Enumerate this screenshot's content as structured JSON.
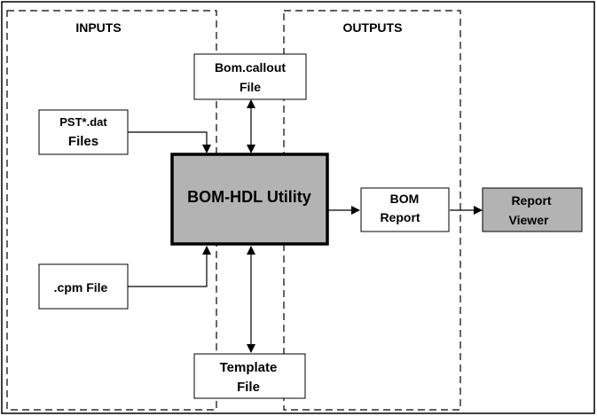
{
  "sections": {
    "inputs_label": "INPUTS",
    "outputs_label": "OUTPUTS"
  },
  "boxes": {
    "bom_callout": {
      "line1": "Bom.callout",
      "line2": "File"
    },
    "pst_dat": {
      "line1": "PST*.dat",
      "line2": "Files"
    },
    "bom_hdl": {
      "label": "BOM-HDL Utility"
    },
    "cpm_file": {
      "label": ".cpm File"
    },
    "template_file": {
      "line1": "Template",
      "line2": "File"
    },
    "bom_report": {
      "line1": "BOM",
      "line2": "Report"
    },
    "report_viewer": {
      "line1": "Report",
      "line2": "Viewer"
    }
  },
  "colors": {
    "utility_fill": "#b3b3b3",
    "viewer_fill": "#b3b3b3",
    "stroke": "#000000"
  }
}
